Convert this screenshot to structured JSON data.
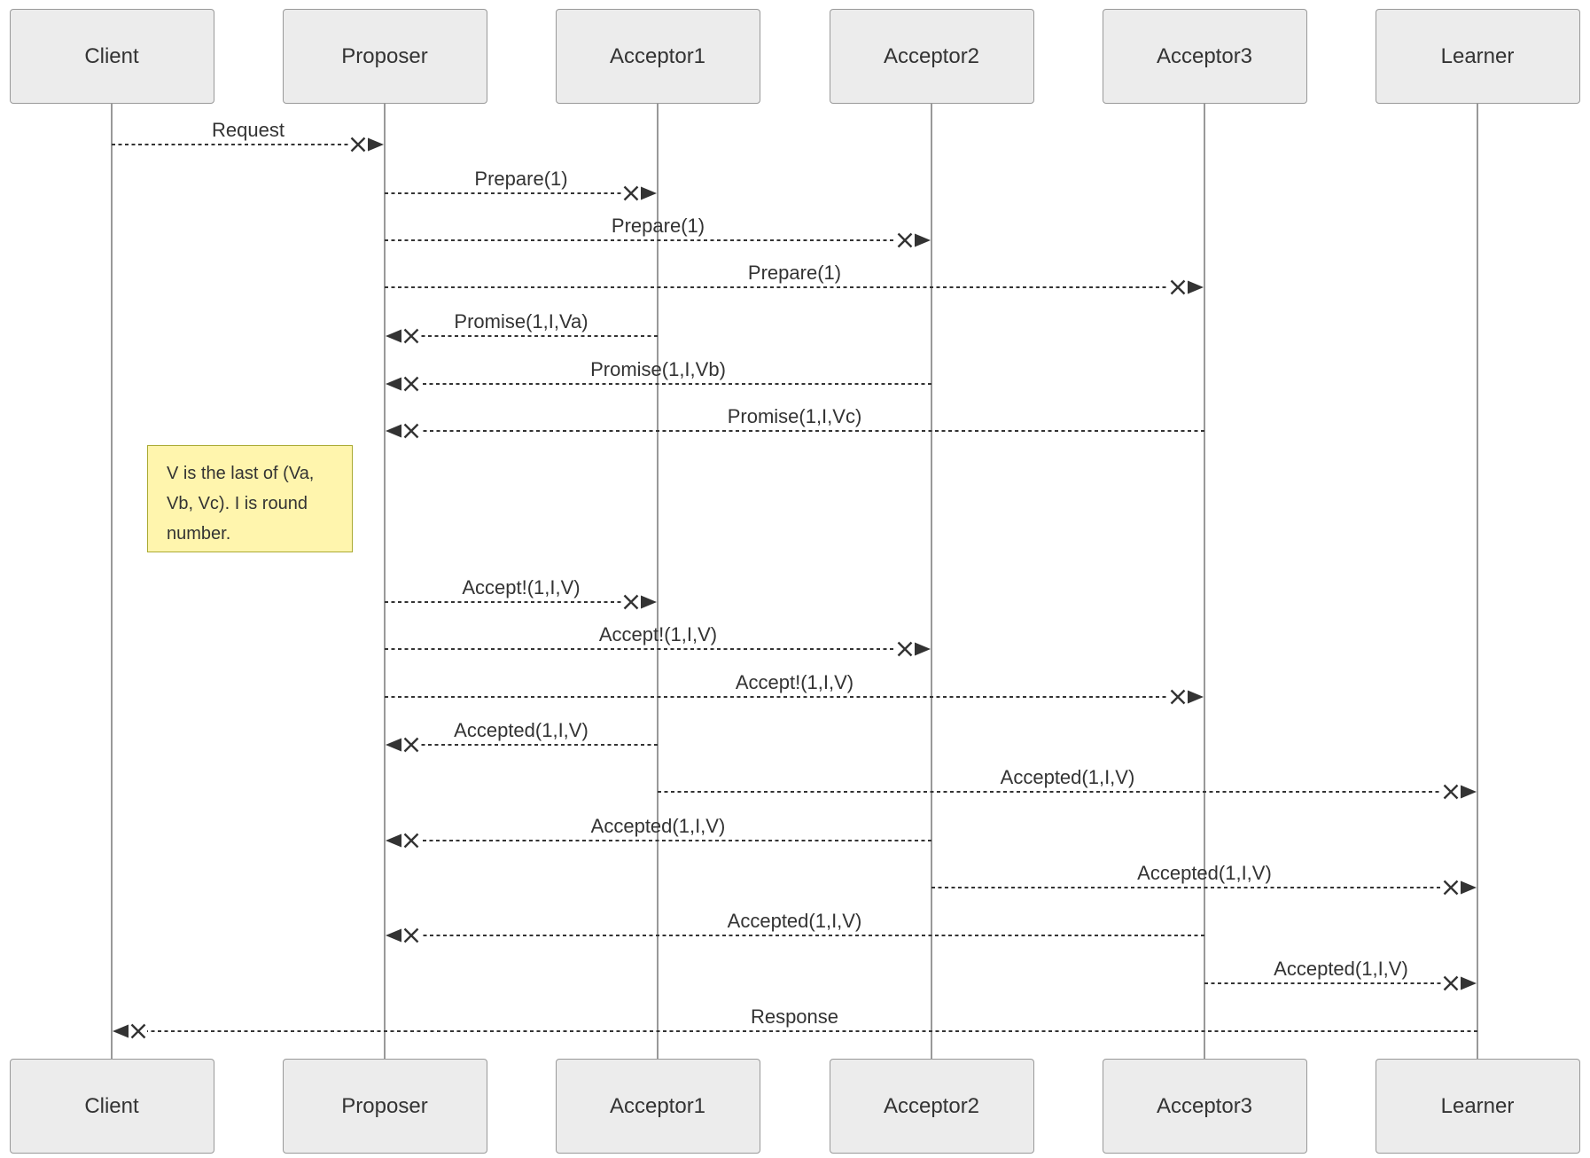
{
  "diagram": {
    "type": "sequence-diagram",
    "actors": [
      "Client",
      "Proposer",
      "Acceptor1",
      "Acceptor2",
      "Acceptor3",
      "Learner"
    ],
    "messages": [
      {
        "from": "Client",
        "to": "Proposer",
        "label": "Request"
      },
      {
        "from": "Proposer",
        "to": "Acceptor1",
        "label": "Prepare(1)"
      },
      {
        "from": "Proposer",
        "to": "Acceptor2",
        "label": "Prepare(1)"
      },
      {
        "from": "Proposer",
        "to": "Acceptor3",
        "label": "Prepare(1)"
      },
      {
        "from": "Acceptor1",
        "to": "Proposer",
        "label": "Promise(1,I,Va)"
      },
      {
        "from": "Acceptor2",
        "to": "Proposer",
        "label": "Promise(1,I,Vb)"
      },
      {
        "from": "Acceptor3",
        "to": "Proposer",
        "label": "Promise(1,I,Vc)"
      },
      {
        "from": "Proposer",
        "to": "Acceptor1",
        "label": "Accept!(1,I,V)"
      },
      {
        "from": "Proposer",
        "to": "Acceptor2",
        "label": "Accept!(1,I,V)"
      },
      {
        "from": "Proposer",
        "to": "Acceptor3",
        "label": "Accept!(1,I,V)"
      },
      {
        "from": "Acceptor1",
        "to": "Proposer",
        "label": "Accepted(1,I,V)"
      },
      {
        "from": "Acceptor1",
        "to": "Learner",
        "label": "Accepted(1,I,V)"
      },
      {
        "from": "Acceptor2",
        "to": "Proposer",
        "label": "Accepted(1,I,V)"
      },
      {
        "from": "Acceptor2",
        "to": "Learner",
        "label": "Accepted(1,I,V)"
      },
      {
        "from": "Acceptor3",
        "to": "Proposer",
        "label": "Accepted(1,I,V)"
      },
      {
        "from": "Acceptor3",
        "to": "Learner",
        "label": "Accepted(1,I,V)"
      },
      {
        "from": "Learner",
        "to": "Client",
        "label": "Response"
      }
    ],
    "note": {
      "text": "V is the last of (Va, Vb, Vc). I is round number.",
      "lines": [
        "V is the last of (Va,",
        "Vb, Vc). I is round",
        "number."
      ]
    },
    "colors": {
      "background": "#ffffff",
      "actor_fill": "#ececec",
      "actor_border": "#999999",
      "lifeline": "#999999",
      "message": "#333333",
      "text": "#333333",
      "note_fill": "#fff5ad",
      "note_border": "#aaaa33"
    }
  }
}
